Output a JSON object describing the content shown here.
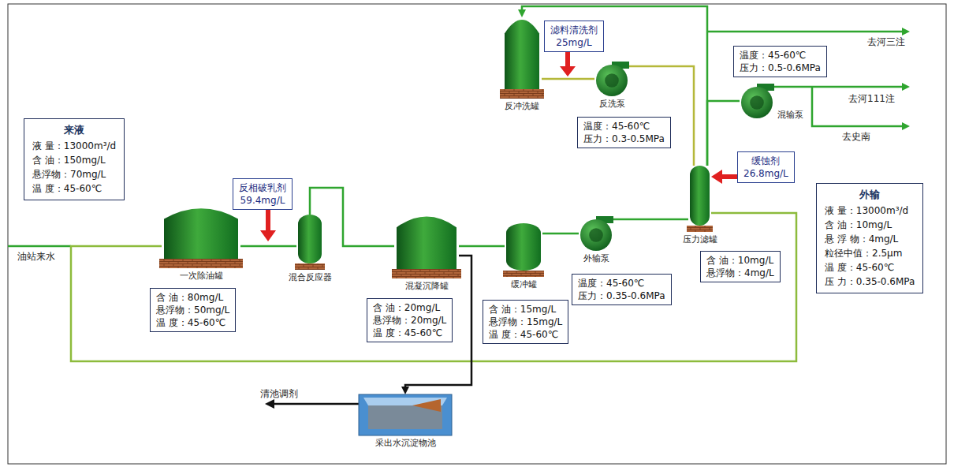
{
  "diagram": {
    "nodes": [
      {
        "text": [
          "反冲洗罐"
        ]
      },
      {
        "text": [
          "滤料清洗剂",
          "25mg/L"
        ]
      },
      {
        "text": [
          "反洗泵"
        ]
      },
      {
        "text": [
          "温度：45-60℃",
          "压力：0.3-0.5MPa"
        ]
      },
      {
        "text": [
          "温度：45-60℃",
          "压力：0.5-0.6MPa"
        ]
      },
      {
        "text": [
          "混输泵"
        ]
      },
      {
        "text": [
          "来液",
          "液 量：13000m³/d",
          "含 油：150mg/L",
          "悬浮物：70mg/L",
          "温 度：45-60℃"
        ]
      },
      {
        "text": [
          "缓蚀剂",
          "26.8mg/L"
        ]
      },
      {
        "text": [
          "压力滤罐"
        ]
      },
      {
        "text": [
          "反相破乳剂",
          "59.4mg/L"
        ]
      },
      {
        "text": [
          "外输",
          "液 量：13000m³/d",
          "含 油：10mg/L",
          "悬 浮 物：4mg/L",
          "粒径中值：2.5μm",
          "温 度：45-60℃",
          "压 力：0.35-0.6MPa"
        ]
      },
      {
        "text": [
          "一次除油罐"
        ]
      },
      {
        "text": [
          "混合反应器"
        ]
      },
      {
        "text": [
          "混凝沉降罐"
        ]
      },
      {
        "text": [
          "缓冲罐"
        ]
      },
      {
        "text": [
          "外输泵"
        ]
      },
      {
        "text": [
          "温度：45-60℃",
          "压力：0.35-0.6MPa"
        ]
      },
      {
        "text": [
          "含 油：10mg/L",
          "悬浮物：4mg/L"
        ]
      },
      {
        "text": [
          "含 油：80mg/L",
          "悬浮物：50mg/L",
          "温 度：45-60℃"
        ]
      },
      {
        "text": [
          "含 油：20mg/L",
          "悬浮物：20mg/L",
          "温 度：45-60℃"
        ]
      },
      {
        "text": [
          "含 油：15mg/L",
          "悬浮物：15mg/L",
          "温 度：45-60℃"
        ]
      },
      {
        "text": [
          "采出水沉淀物池"
        ]
      }
    ],
    "edges": [
      {
        "from": 11,
        "to": 12,
        "arrow": "none"
      },
      {
        "from": 12,
        "to": 13,
        "arrow": "none"
      },
      {
        "from": 13,
        "to": 14,
        "arrow": "none"
      },
      {
        "from": 14,
        "to": 15,
        "arrow": "none"
      },
      {
        "from": 15,
        "to": 8,
        "arrow": "none"
      },
      {
        "from": 8,
        "to": 0,
        "arrow": "to"
      },
      {
        "from": 8,
        "to": 5,
        "arrow": "none"
      },
      {
        "from": 0,
        "to": 2,
        "arrow": "none"
      },
      {
        "from": 2,
        "to": 8,
        "arrow": "none"
      },
      {
        "from": 8,
        "to": 11,
        "arrow": "none"
      },
      {
        "from": 13,
        "to": 21,
        "arrow": "to"
      },
      {
        "from": 7,
        "to": 8,
        "arrow": "to"
      }
    ],
    "labels": [
      "油站来水",
      "去河三注",
      "去河111注",
      "去史南",
      "清池调剂"
    ]
  }
}
